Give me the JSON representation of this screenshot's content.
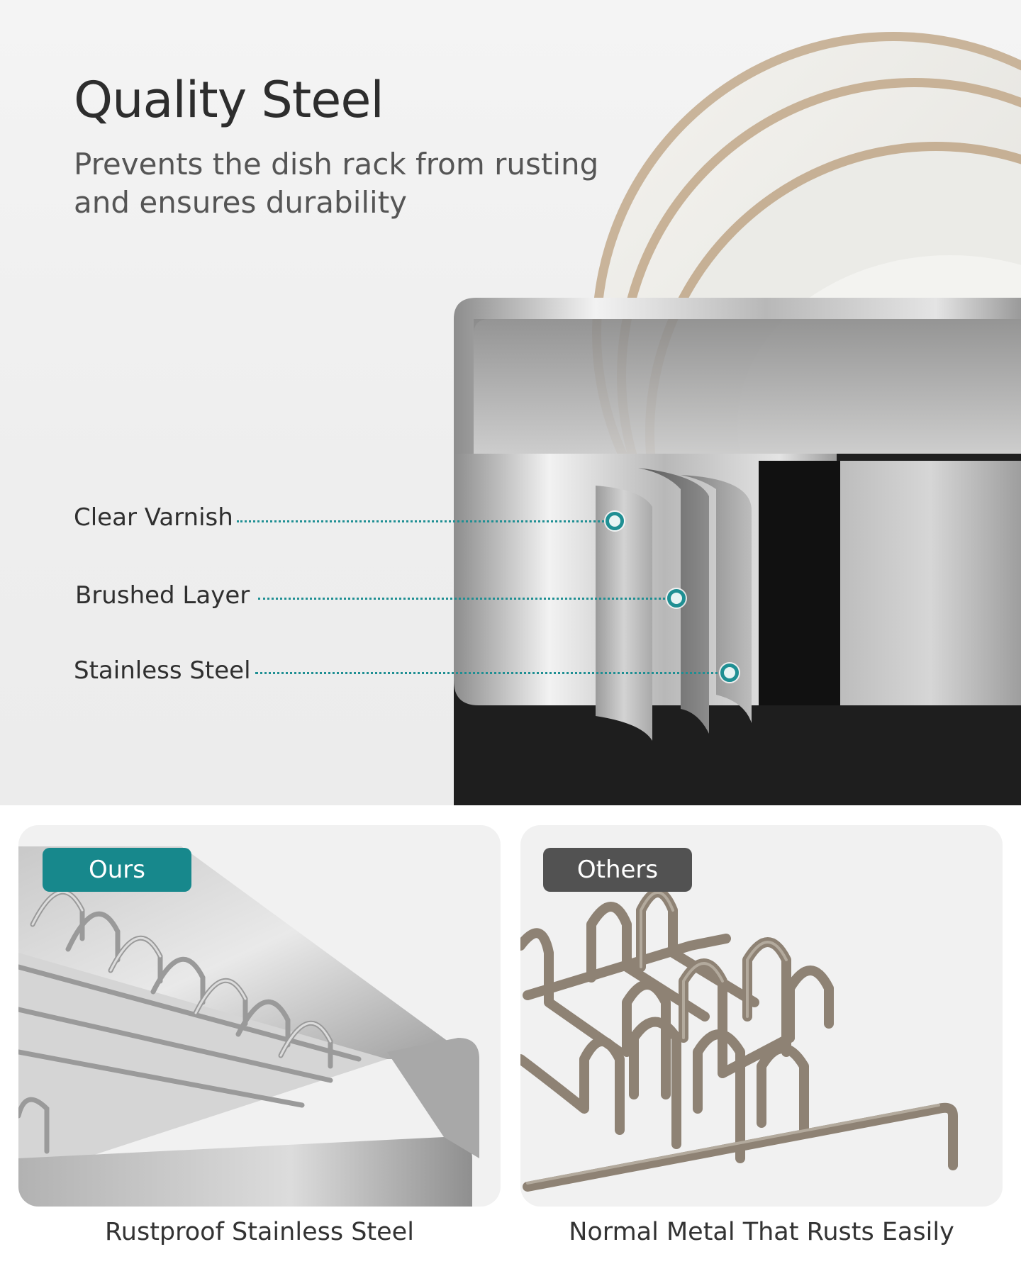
{
  "hero": {
    "title": "Quality Steel",
    "subtitle": "Prevents the dish rack from rusting and ensures durability"
  },
  "layers": [
    {
      "label": "Clear Varnish"
    },
    {
      "label": "Brushed Layer"
    },
    {
      "label": "Stainless Steel"
    }
  ],
  "comparison": {
    "ours": {
      "badge": "Ours",
      "caption": "Rustproof Stainless Steel"
    },
    "others": {
      "badge": "Others",
      "caption": "Normal Metal That Rusts Easily"
    }
  },
  "colors": {
    "accent_teal": "#17888c",
    "badge_gray": "#525252",
    "rack_black": "#1e1e1e"
  }
}
